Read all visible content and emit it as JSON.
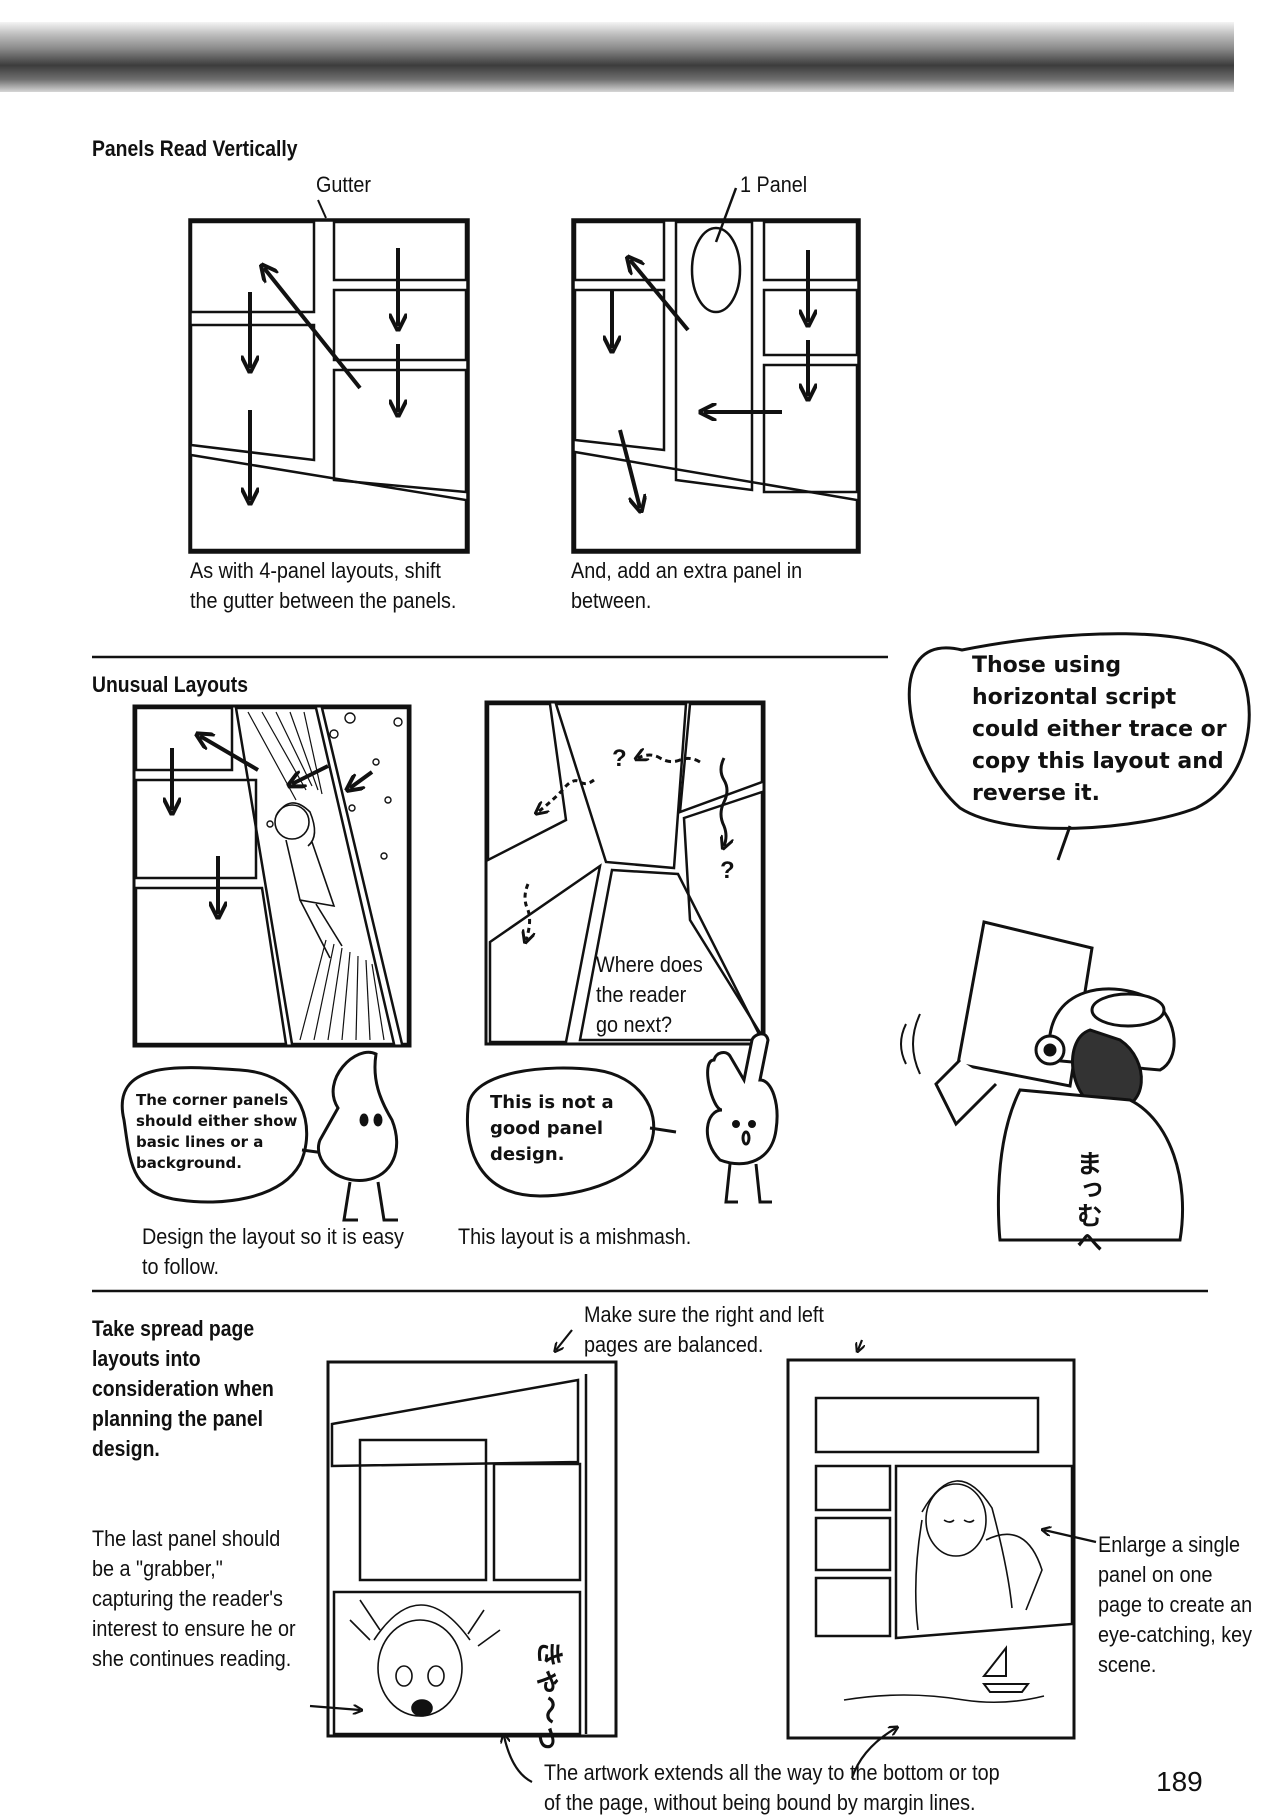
{
  "section1": {
    "title": "Panels Read Vertically",
    "label_gutter": "Gutter",
    "label_panel": "1 Panel",
    "caption_left": "As with 4-panel layouts, shift the gutter between the panels.",
    "caption_right": "And, add an extra panel in between."
  },
  "section2": {
    "title": "Unusual Layouts",
    "bubble_top_right": "Those using horizontal script could either trace or copy this layout and reverse it.",
    "bubble_left": "The corner panels should either show basic lines or a background.",
    "bubble_middle": "This is not a good panel design.",
    "question_text": "Where does the reader go next?",
    "question_mark": "?",
    "caption_left": "Design the layout so it is easy to follow.",
    "caption_right": "This layout is a mishmash.",
    "sfx_text": "まっむへ"
  },
  "section3": {
    "title": "Take spread page layouts into consideration when planning the panel design.",
    "grabber_note": "The last panel should be a \"grabber,\" capturing the reader's interest to ensure he or she continues reading.",
    "balance_note": "Make sure the right and left pages are balanced.",
    "enlarge_note": "Enlarge a single panel on one page to create an eye-catching, key scene.",
    "bleed_note": "The artwork extends all the way to the bottom or top of the page, without being bound by margin lines.",
    "sfx_text": "きゃ〜っ"
  },
  "page_number": "189"
}
